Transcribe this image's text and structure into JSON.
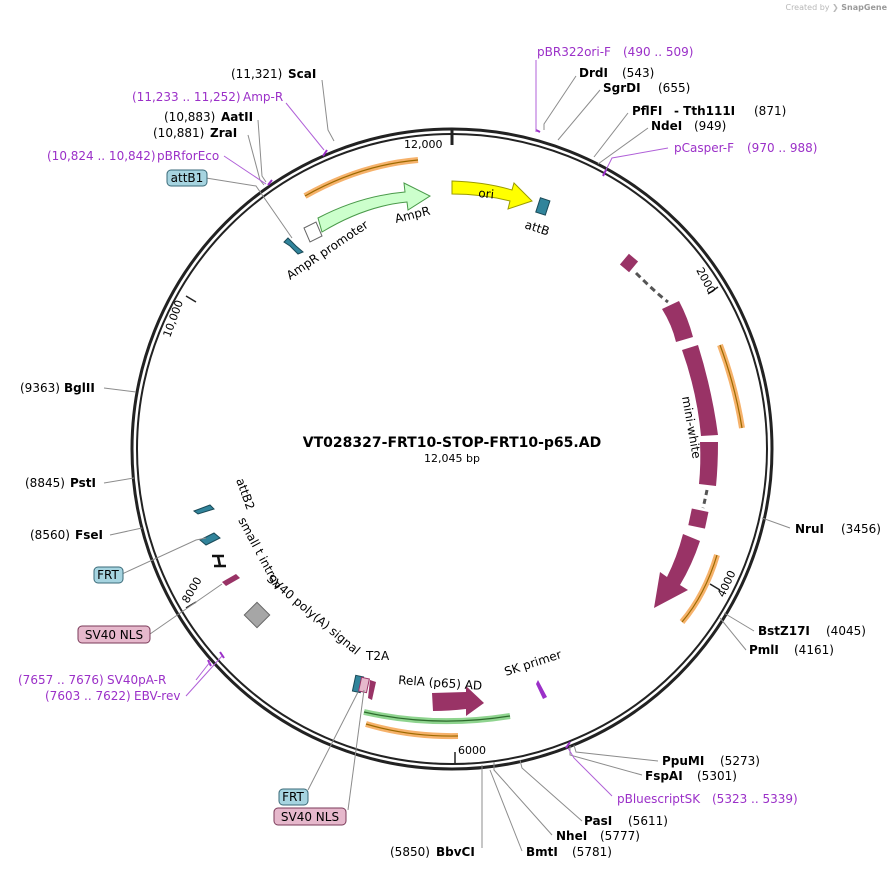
{
  "credit": {
    "prefix": "Created by",
    "brand": "SnapGene"
  },
  "map": {
    "name": "VT028327-FRT10-STOP-FRT10-p65.AD",
    "length": "12,045 bp"
  },
  "ticks": [
    "12,000",
    "2000",
    "4000",
    "6000",
    "8000",
    "10,000"
  ],
  "sites": [
    {
      "name": "ScaI",
      "pos": "(11,321)"
    },
    {
      "name": "AatII",
      "pos": "(10,883)"
    },
    {
      "name": "ZraI",
      "pos": "(10,881)"
    },
    {
      "name": "DrdI",
      "pos": "(543)"
    },
    {
      "name": "SgrDI",
      "pos": "(655)"
    },
    {
      "name": "PflFI",
      "pos": "(871)",
      "alt": "- Tth111I"
    },
    {
      "name": "NdeI",
      "pos": "(949)"
    },
    {
      "name": "BglII",
      "pos": "(9363)"
    },
    {
      "name": "PstI",
      "pos": "(8845)"
    },
    {
      "name": "FseI",
      "pos": "(8560)"
    },
    {
      "name": "NruI",
      "pos": "(3456)"
    },
    {
      "name": "BstZ17I",
      "pos": "(4045)"
    },
    {
      "name": "PmlI",
      "pos": "(4161)"
    },
    {
      "name": "PpuMI",
      "pos": "(5273)"
    },
    {
      "name": "FspAI",
      "pos": "(5301)"
    },
    {
      "name": "PasI",
      "pos": "(5611)"
    },
    {
      "name": "NheI",
      "pos": "(5777)"
    },
    {
      "name": "BmtI",
      "pos": "(5781)"
    },
    {
      "name": "BbvCI",
      "pos": "(5850)"
    }
  ],
  "primers": [
    {
      "name": "pBR322ori-F",
      "range": "(490 .. 509)"
    },
    {
      "name": "Amp-R",
      "range": "(11,233 .. 11,252)"
    },
    {
      "name": "pBRforEco",
      "range": "(10,824 .. 10,842)"
    },
    {
      "name": "pCasper-F",
      "range": "(970 .. 988)"
    },
    {
      "name": "SV40pA-R",
      "range": "(7657 .. 7676)"
    },
    {
      "name": "EBV-rev",
      "range": "(7603 .. 7622)"
    },
    {
      "name": "pBluescriptSK",
      "range": "(5323 .. 5339)"
    }
  ],
  "boxes": {
    "attB1": "attB1",
    "frt1": "FRT",
    "sv40nls1": "SV40 NLS",
    "frt2": "FRT",
    "sv40nls2": "SV40 NLS"
  },
  "features": {
    "ori": "ori",
    "ampr": "AmpR",
    "ampr_promoter": "AmpR promoter",
    "attb": "attB",
    "mini_white": "mini-white",
    "attb2": "attB2",
    "small_t": "small t intron",
    "sv40pa": "SV40 poly(A) signal",
    "t2a": "T2A",
    "rela": "RelA (p65) AD",
    "sk": "SK primer"
  },
  "colors": {
    "ori": "#ffff00",
    "ampr": "#ccffcc",
    "mini_white": "#993366",
    "attb": "#31849b",
    "primer_orange": "#f6b26b",
    "primer_text": "#9b30c8",
    "frt_box": "#a6d4e0",
    "nls_box": "#e6b8cc"
  }
}
